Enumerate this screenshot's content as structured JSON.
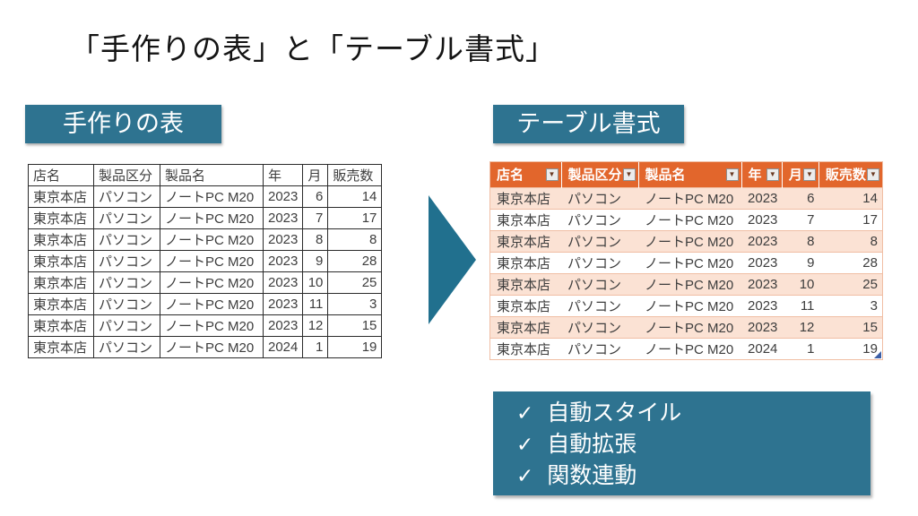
{
  "title": "「手作りの表」と「テーブル書式」",
  "icons": {
    "filter_glyph": "▼",
    "check_glyph": "✓"
  },
  "colors": {
    "teal": "#2E7390",
    "arrow": "#21708E",
    "header_orange": "#E2662C",
    "band_orange": "#FBE2D4",
    "table_border_orange": "#F0BEA4",
    "plain_border": "#2B2B2B",
    "text_dark": "#3D3D3D",
    "resize_handle_blue": "#3B5EA6"
  },
  "left": {
    "label": "手作りの表",
    "table": {
      "headers": [
        "店名",
        "製品区分",
        "製品名",
        "年",
        "月",
        "販売数"
      ],
      "rows": [
        [
          "東京本店",
          "パソコン",
          "ノートPC M20",
          "2023",
          "6",
          "14"
        ],
        [
          "東京本店",
          "パソコン",
          "ノートPC M20",
          "2023",
          "7",
          "17"
        ],
        [
          "東京本店",
          "パソコン",
          "ノートPC M20",
          "2023",
          "8",
          "8"
        ],
        [
          "東京本店",
          "パソコン",
          "ノートPC M20",
          "2023",
          "9",
          "28"
        ],
        [
          "東京本店",
          "パソコン",
          "ノートPC M20",
          "2023",
          "10",
          "25"
        ],
        [
          "東京本店",
          "パソコン",
          "ノートPC M20",
          "2023",
          "11",
          "3"
        ],
        [
          "東京本店",
          "パソコン",
          "ノートPC M20",
          "2023",
          "12",
          "15"
        ],
        [
          "東京本店",
          "パソコン",
          "ノートPC M20",
          "2024",
          "1",
          "19"
        ]
      ]
    }
  },
  "right": {
    "label": "テーブル書式",
    "table": {
      "headers": [
        "店名",
        "製品区分",
        "製品名",
        "年",
        "月",
        "販売数"
      ],
      "rows": [
        [
          "東京本店",
          "パソコン",
          "ノートPC M20",
          "2023",
          "6",
          "14"
        ],
        [
          "東京本店",
          "パソコン",
          "ノートPC M20",
          "2023",
          "7",
          "17"
        ],
        [
          "東京本店",
          "パソコン",
          "ノートPC M20",
          "2023",
          "8",
          "8"
        ],
        [
          "東京本店",
          "パソコン",
          "ノートPC M20",
          "2023",
          "9",
          "28"
        ],
        [
          "東京本店",
          "パソコン",
          "ノートPC M20",
          "2023",
          "10",
          "25"
        ],
        [
          "東京本店",
          "パソコン",
          "ノートPC M20",
          "2023",
          "11",
          "3"
        ],
        [
          "東京本店",
          "パソコン",
          "ノートPC M20",
          "2023",
          "12",
          "15"
        ],
        [
          "東京本店",
          "パソコン",
          "ノートPC M20",
          "2024",
          "1",
          "19"
        ]
      ]
    },
    "benefits": [
      "自動スタイル",
      "自動拡張",
      "関数連動"
    ]
  }
}
